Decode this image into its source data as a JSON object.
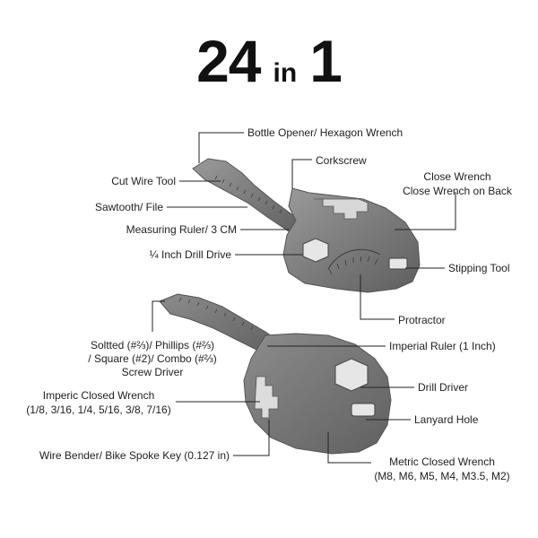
{
  "title": {
    "number": "24",
    "word": "in",
    "count": "1"
  },
  "labels": {
    "bottle_opener": "Bottle Opener/ Hexagon Wrench",
    "corkscrew": "Corkscrew",
    "cut_wire": "Cut Wire Tool",
    "close_wrench_1": "Close Wrench",
    "close_wrench_2": "Close Wrench on Back",
    "sawtooth": "Sawtooth/ File",
    "measuring_ruler": "Measuring Ruler/ 3 CM",
    "drill_drive": "¼ Inch Drill Drive",
    "stipping_tool": "Stipping Tool",
    "protractor": "Protractor",
    "screwdriver_1": "Soltted (#⅔)/ Phillips (#⅔)",
    "screwdriver_2": "/ Square (#2)/ Combo (#⅔)",
    "screwdriver_3": "Screw Driver",
    "imperial_ruler": "Imperial Ruler (1 Inch)",
    "drill_driver": "Drill Driver",
    "imperic_wrench_1": "Imperic Closed Wrench",
    "imperic_wrench_2": "(1/8, 3/16, 1/4, 5/16, 3/8, 7/16)",
    "lanyard_hole": "Lanyard Hole",
    "wire_bender": "Wire Bender/ Bike Spoke Key (0.127 in)",
    "metric_wrench_1": "Metric Closed Wrench",
    "metric_wrench_2": "(M8, M6, M5, M4, M3.5, M2)"
  }
}
